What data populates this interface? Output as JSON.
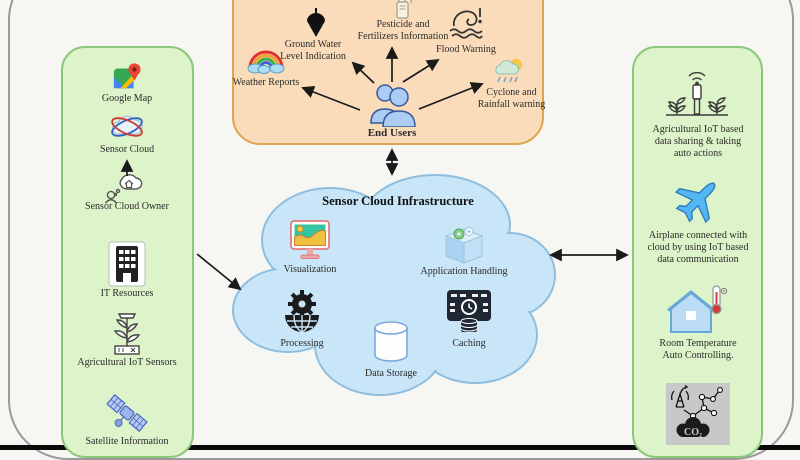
{
  "palette": {
    "background": "#f6f6f3",
    "panel_green_fill": "#ddf3c9",
    "panel_green_border": "#8cc87c",
    "panel_peach_fill": "#fadcba",
    "panel_peach_border": "#dfa44c",
    "cloud_fill": "#c9e5f8",
    "cloud_border": "#8fbede",
    "arrow_color": "#1a1a1a",
    "text_color": "#2b2b2b"
  },
  "left_panel": {
    "google_map": "Google Map",
    "sensor_cloud": "Sensor Cloud",
    "sensor_cloud_owner": "Sensor Cloud Owner",
    "it_resources": "IT Resources",
    "agricultural_iot_sensors": "Agricultural IoT Sensors",
    "satellite_information": "Satellite Information"
  },
  "top_panel": {
    "weather_reports": "Weather Reports",
    "ground_water": [
      "Ground Water",
      "Level Indication"
    ],
    "pesticide": [
      "Pesticide and",
      "Fertilizers Information"
    ],
    "flood": "Flood Warning",
    "cyclone": [
      "Cyclone and",
      "Rainfall warning"
    ],
    "end_users": "End Users"
  },
  "cloud": {
    "title": "Sensor Cloud Infrastructure",
    "visualization": "Visualization",
    "application_handling": "Application Handling",
    "processing": "Processing",
    "caching": "Caching",
    "data_storage": "Data Storage"
  },
  "right_panel": {
    "item1": [
      "Agricultural IoT based",
      "data sharing & taking",
      "auto actions"
    ],
    "item2": [
      "Airplane connected with",
      "cloud by using IoT based",
      "data communication"
    ],
    "item3": [
      "Room Temperature",
      "Auto Controlling."
    ],
    "co2_label": "CO₂"
  }
}
